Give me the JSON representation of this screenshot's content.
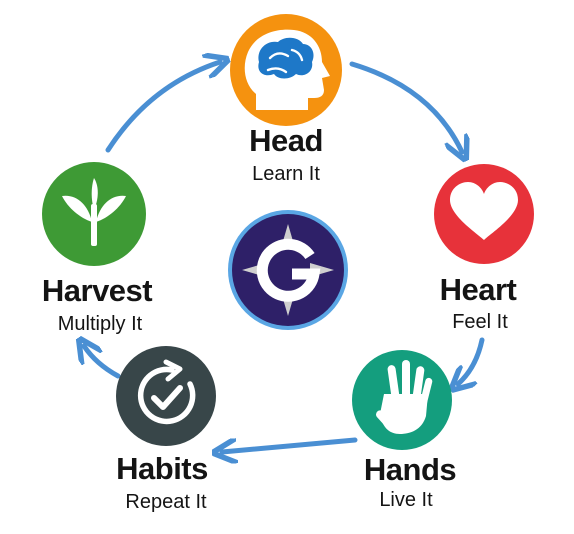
{
  "nodes": [
    {
      "id": "head",
      "title": "Head",
      "subtitle": "Learn It",
      "color": "#F5920F",
      "icon": "brain-head-icon"
    },
    {
      "id": "heart",
      "title": "Heart",
      "subtitle": "Feel It",
      "color": "#E7323A",
      "icon": "heart-icon"
    },
    {
      "id": "hands",
      "title": "Hands",
      "subtitle": "Live It",
      "color": "#149E7E",
      "icon": "hand-icon"
    },
    {
      "id": "habits",
      "title": "Habits",
      "subtitle": "Repeat It",
      "color": "#384649",
      "icon": "check-cycle-icon"
    },
    {
      "id": "harvest",
      "title": "Harvest",
      "subtitle": "Multiply It",
      "color": "#3E9A35",
      "icon": "sprout-icon"
    }
  ],
  "center": {
    "icon": "g-compass-logo",
    "color": "#2E2068",
    "ring_color": "#5AA6E4"
  },
  "arrow_color": "#4A8FD3",
  "text_color": "#141414"
}
